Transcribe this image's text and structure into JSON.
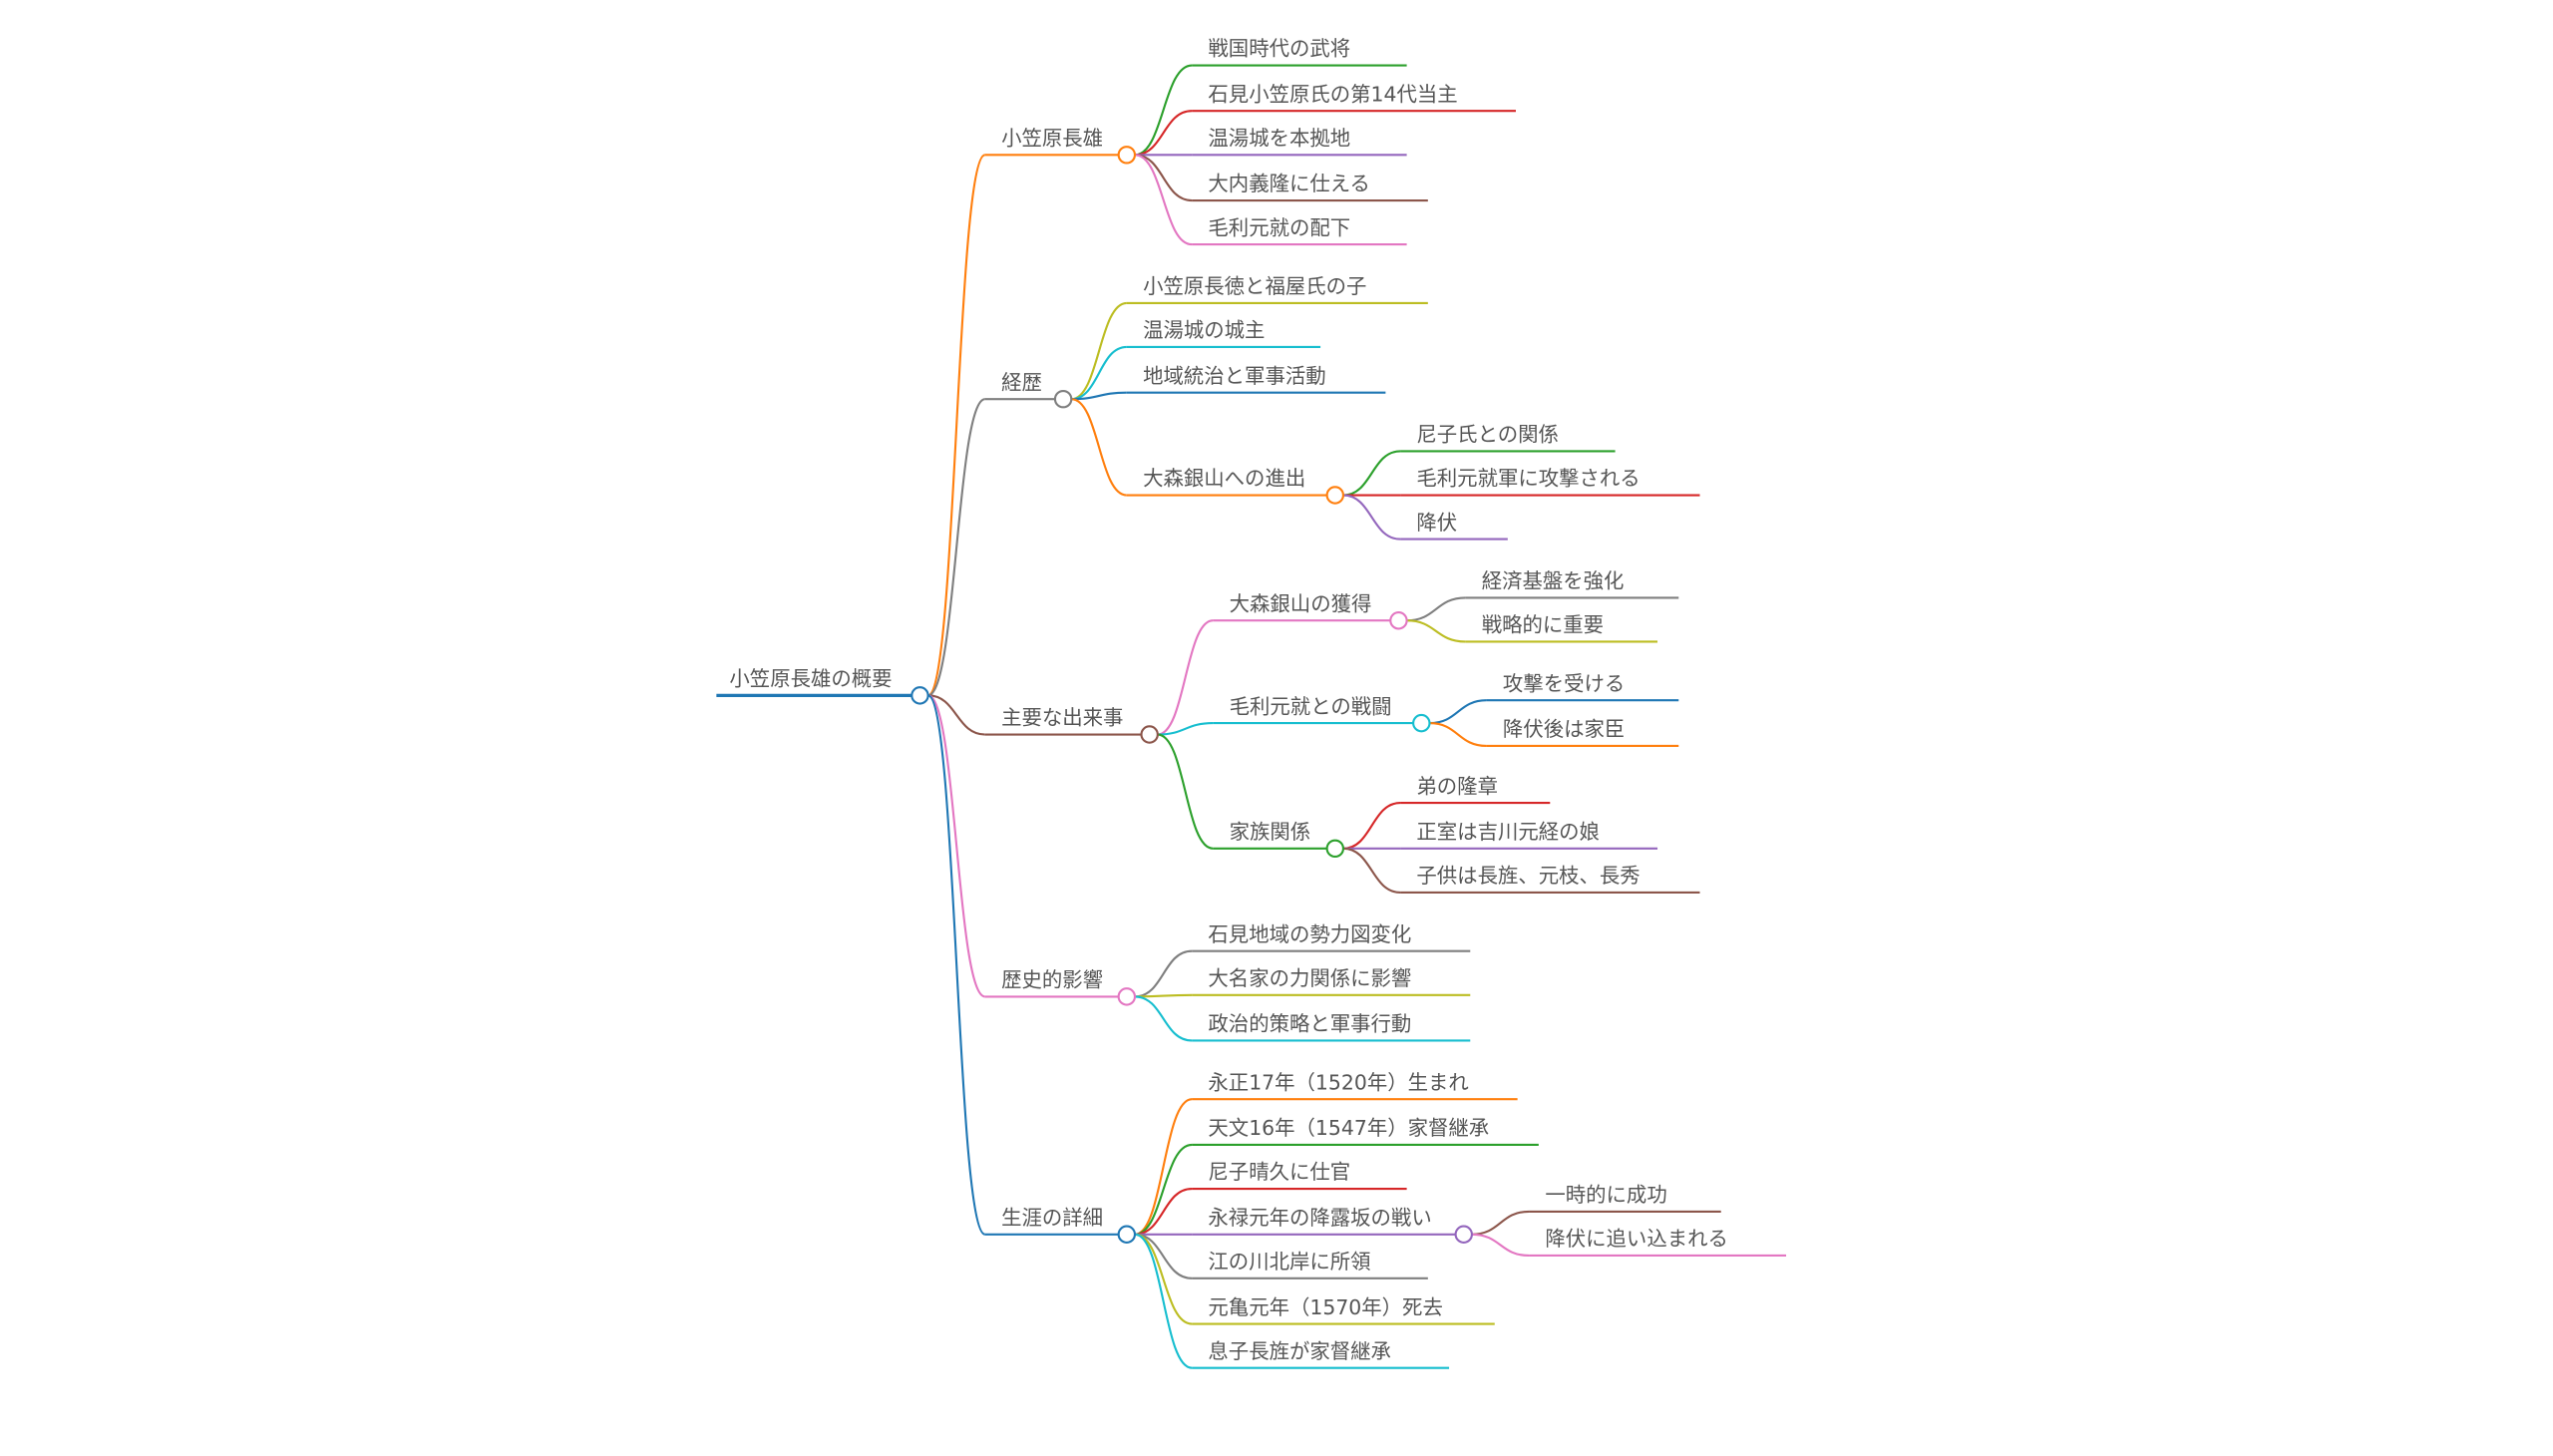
{
  "tree": {
    "label": "小笠原長雄の概要",
    "color": "#1f77b4",
    "children": [
      {
        "label": "小笠原長雄",
        "color": "#ff7f0e",
        "children": [
          {
            "label": "戦国時代の武将",
            "color": "#2ca02c"
          },
          {
            "label": "石見小笠原氏の第14代当主",
            "color": "#d62728"
          },
          {
            "label": "温湯城を本拠地",
            "color": "#9467bd"
          },
          {
            "label": "大内義隆に仕える",
            "color": "#8c564b"
          },
          {
            "label": "毛利元就の配下",
            "color": "#e377c2"
          }
        ]
      },
      {
        "label": "経歴",
        "color": "#7f7f7f",
        "children": [
          {
            "label": "小笠原長徳と福屋氏の子",
            "color": "#bcbd22"
          },
          {
            "label": "温湯城の城主",
            "color": "#17becf"
          },
          {
            "label": "地域統治と軍事活動",
            "color": "#1f77b4"
          },
          {
            "label": "大森銀山への進出",
            "color": "#ff7f0e",
            "children": [
              {
                "label": "尼子氏との関係",
                "color": "#2ca02c"
              },
              {
                "label": "毛利元就軍に攻撃される",
                "color": "#d62728"
              },
              {
                "label": "降伏",
                "color": "#9467bd"
              }
            ]
          }
        ]
      },
      {
        "label": "主要な出来事",
        "color": "#8c564b",
        "children": [
          {
            "label": "大森銀山の獲得",
            "color": "#e377c2",
            "children": [
              {
                "label": "経済基盤を強化",
                "color": "#7f7f7f"
              },
              {
                "label": "戦略的に重要",
                "color": "#bcbd22"
              }
            ]
          },
          {
            "label": "毛利元就との戦闘",
            "color": "#17becf",
            "children": [
              {
                "label": "攻撃を受ける",
                "color": "#1f77b4"
              },
              {
                "label": "降伏後は家臣",
                "color": "#ff7f0e"
              }
            ]
          },
          {
            "label": "家族関係",
            "color": "#2ca02c",
            "children": [
              {
                "label": "弟の隆章",
                "color": "#d62728"
              },
              {
                "label": "正室は吉川元経の娘",
                "color": "#9467bd"
              },
              {
                "label": "子供は長旌、元枝、長秀",
                "color": "#8c564b"
              }
            ]
          }
        ]
      },
      {
        "label": "歴史的影響",
        "color": "#e377c2",
        "children": [
          {
            "label": "石見地域の勢力図変化",
            "color": "#7f7f7f"
          },
          {
            "label": "大名家の力関係に影響",
            "color": "#bcbd22"
          },
          {
            "label": "政治的策略と軍事行動",
            "color": "#17becf"
          }
        ]
      },
      {
        "label": "生涯の詳細",
        "color": "#1f77b4",
        "children": [
          {
            "label": "永正17年（1520年）生まれ",
            "color": "#ff7f0e"
          },
          {
            "label": "天文16年（1547年）家督継承",
            "color": "#2ca02c"
          },
          {
            "label": "尼子晴久に仕官",
            "color": "#d62728"
          },
          {
            "label": "永禄元年の降露坂の戦い",
            "color": "#9467bd",
            "children": [
              {
                "label": "一時的に成功",
                "color": "#8c564b"
              },
              {
                "label": "降伏に追い込まれる",
                "color": "#e377c2"
              }
            ]
          },
          {
            "label": "江の川北岸に所領",
            "color": "#7f7f7f"
          },
          {
            "label": "元亀元年（1570年）死去",
            "color": "#bcbd22"
          },
          {
            "label": "息子長旌が家督継承",
            "color": "#17becf"
          }
        ]
      }
    ]
  }
}
